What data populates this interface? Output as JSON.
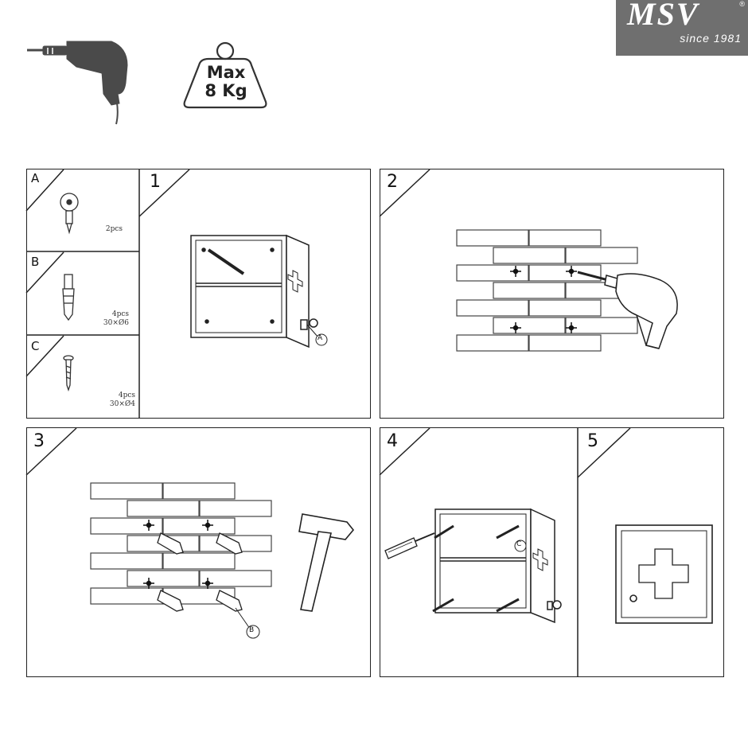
{
  "brand": {
    "name": "MSV",
    "since": "since 1981",
    "registered": "®"
  },
  "weight_limit": {
    "line1": "Max",
    "line2": "8 Kg"
  },
  "parts": [
    {
      "letter": "A",
      "qty": "2pcs",
      "size": ""
    },
    {
      "letter": "B",
      "qty": "4pcs",
      "size": "30×Ø6"
    },
    {
      "letter": "C",
      "qty": "4pcs",
      "size": "30×Ø4"
    }
  ],
  "steps": [
    "1",
    "2",
    "3",
    "4",
    "5"
  ],
  "callouts": {
    "step1": "A",
    "step3": "B",
    "step4": "C"
  },
  "colors": {
    "logo_bg": "#6f6f6f",
    "line": "#222222",
    "icon_fill": "#4a4a4a"
  },
  "icons": [
    "drill-icon",
    "weight-icon",
    "key-icon",
    "wall-plug-icon",
    "screw-icon",
    "hammer-icon",
    "screwdriver-icon",
    "cabinet-icon"
  ]
}
